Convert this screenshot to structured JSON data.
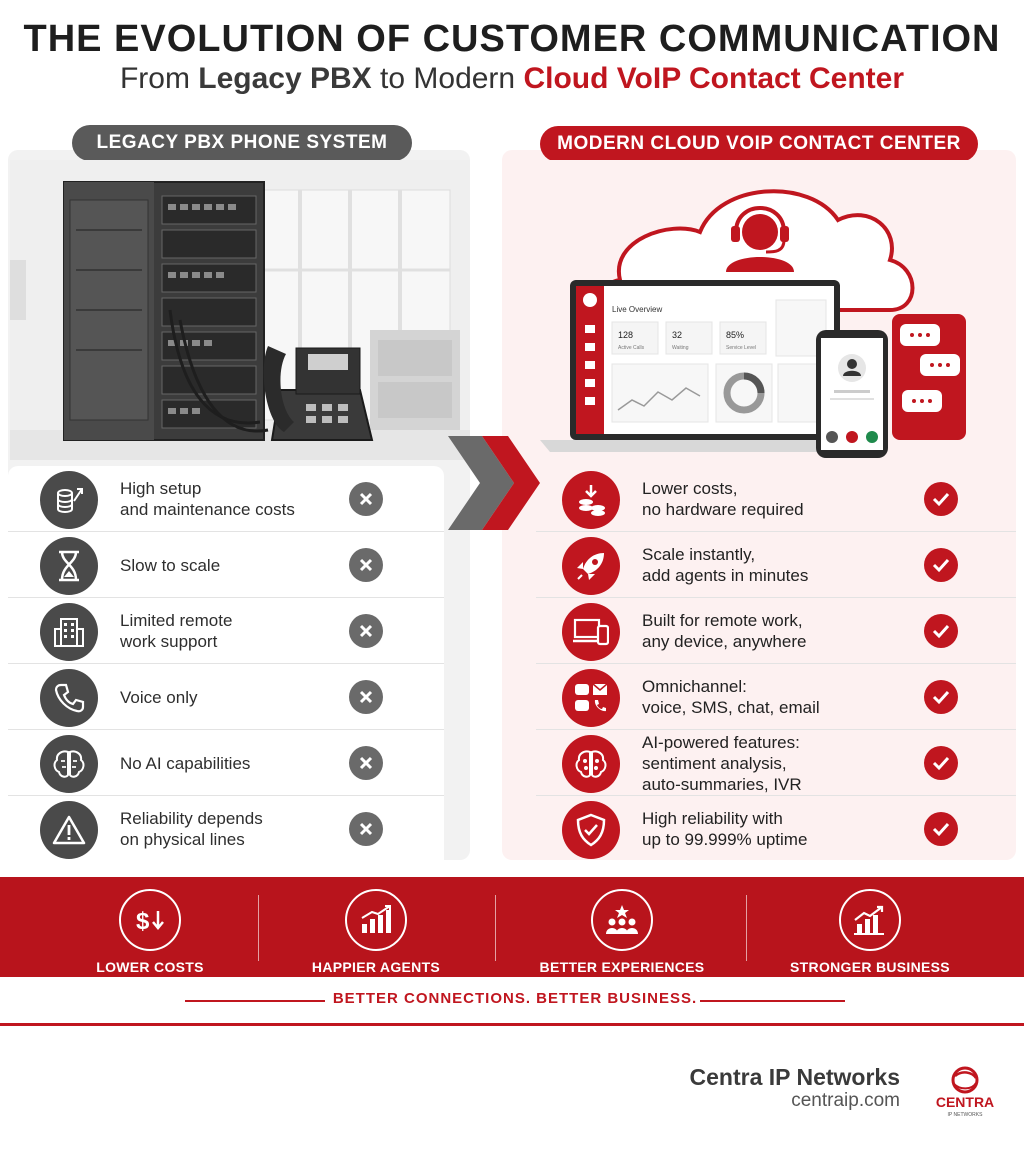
{
  "header": {
    "title": "THE EVOLUTION OF CUSTOMER COMMUNICATION",
    "subtitle_pre": "From ",
    "subtitle_legacy": "Legacy PBX",
    "subtitle_mid": " to Modern ",
    "subtitle_cloud": "Cloud VoIP Contact Center"
  },
  "legacy": {
    "heading": "LEGACY PBX PHONE SYSTEM",
    "items": [
      {
        "label": "High setup\nand maintenance costs",
        "icon": "coins-up-icon"
      },
      {
        "label": "Slow to scale",
        "icon": "hourglass-icon"
      },
      {
        "label": "Limited remote\nwork support",
        "icon": "office-building-icon"
      },
      {
        "label": "Voice only",
        "icon": "phone-handset-icon"
      },
      {
        "label": "No AI capabilities",
        "icon": "brain-icon"
      },
      {
        "label": "Reliability depends\non physical lines",
        "icon": "warning-icon"
      }
    ]
  },
  "modern": {
    "heading": "MODERN CLOUD VOIP CONTACT CENTER",
    "dashboard": {
      "title": "Live Overview",
      "stats": [
        {
          "value": "128",
          "label": "Active Calls"
        },
        {
          "value": "32",
          "label": "Waiting"
        },
        {
          "value": "85%",
          "label": "Service Level"
        }
      ]
    },
    "items": [
      {
        "label": "Lower costs,\nno hardware required",
        "icon": "coins-down-icon"
      },
      {
        "label": "Scale instantly,\nadd agents in minutes",
        "icon": "rocket-icon"
      },
      {
        "label": "Built for remote work,\nany device, anywhere",
        "icon": "devices-icon"
      },
      {
        "label": "Omnichannel:\nvoice, SMS, chat, email",
        "icon": "omnichannel-icon"
      },
      {
        "label": "AI-powered features:\nsentiment analysis,\nauto-summaries, IVR",
        "icon": "ai-brain-icon"
      },
      {
        "label": "High reliability with\nup to 99.999% uptime",
        "icon": "shield-check-icon"
      }
    ]
  },
  "benefits": [
    {
      "label": "LOWER COSTS",
      "icon": "dollar-down-icon"
    },
    {
      "label": "HAPPIER AGENTS",
      "icon": "growth-chart-icon"
    },
    {
      "label": "BETTER EXPERIENCES",
      "icon": "people-star-icon"
    },
    {
      "label": "STRONGER BUSINESS",
      "icon": "bar-chart-up-icon"
    }
  ],
  "tagline": "BETTER CONNECTIONS. BETTER BUSINESS.",
  "footer": {
    "company": "Centra IP Networks",
    "website": "centraip.com",
    "logo_text": "CENTRA",
    "logo_subtext": "IP NETWORKS"
  },
  "colors": {
    "accent": "#c0161f",
    "legacy_gray": "#4a4a4a"
  }
}
